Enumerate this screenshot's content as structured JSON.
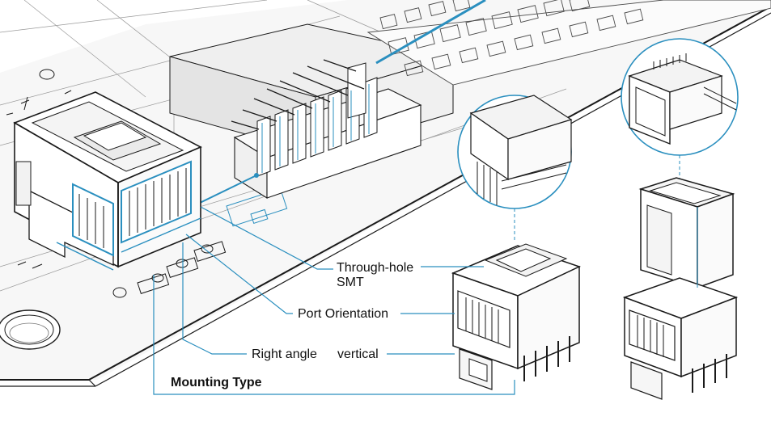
{
  "labels": {
    "through_hole": "Through-hole",
    "smt": "SMT",
    "port_orientation": "Port Orientation",
    "right_angle": "Right angle",
    "vertical": "vertical",
    "mounting_type": "Mounting Type"
  },
  "colors": {
    "line": "#1a1a1a",
    "accent_blue": "#2a8fbf",
    "board_fill": "#f7f7f7",
    "jack_fill": "#ffffff"
  }
}
